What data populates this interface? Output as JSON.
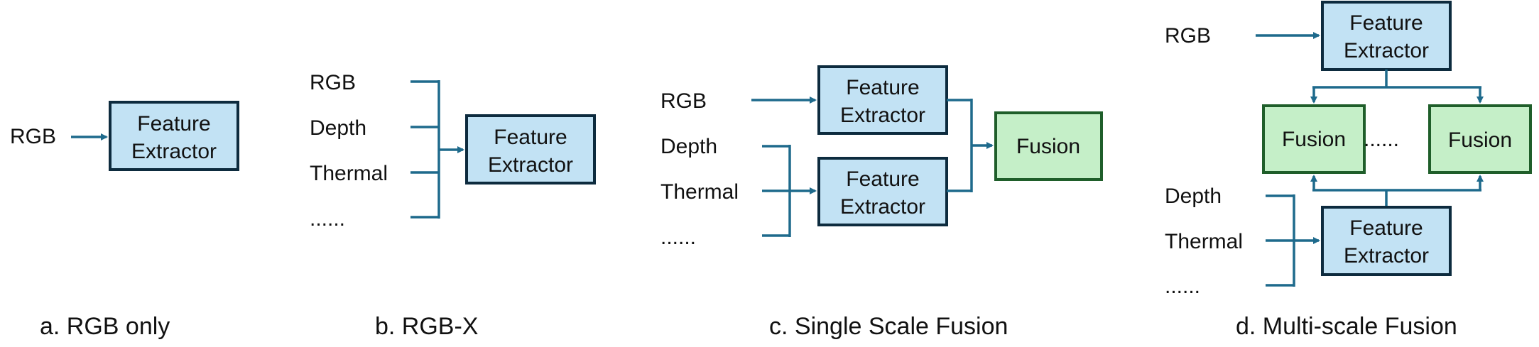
{
  "colors": {
    "wire": "#1e6a8c",
    "feature_box_fill": "#c2e2f4",
    "feature_box_stroke": "#0d2b3e",
    "fusion_box_fill": "#c5efc8",
    "fusion_box_stroke": "#1f5e2a"
  },
  "feature_extractor": {
    "line1": "Feature",
    "line2": "Extractor"
  },
  "fusion_label": "Fusion",
  "panel_a": {
    "input": "RGB",
    "caption": "a. RGB only"
  },
  "panel_b": {
    "inputs": [
      "RGB",
      "Depth",
      "Thermal",
      "......"
    ],
    "caption": "b. RGB-X"
  },
  "panel_c": {
    "input_rgb": "RGB",
    "inputs_x": [
      "Depth",
      "Thermal",
      "......"
    ],
    "caption": "c. Single Scale Fusion"
  },
  "panel_d": {
    "input_rgb": "RGB",
    "inputs_x": [
      "Depth",
      "Thermal",
      "......"
    ],
    "ellipsis": "......",
    "caption": "d. Multi-scale Fusion"
  }
}
